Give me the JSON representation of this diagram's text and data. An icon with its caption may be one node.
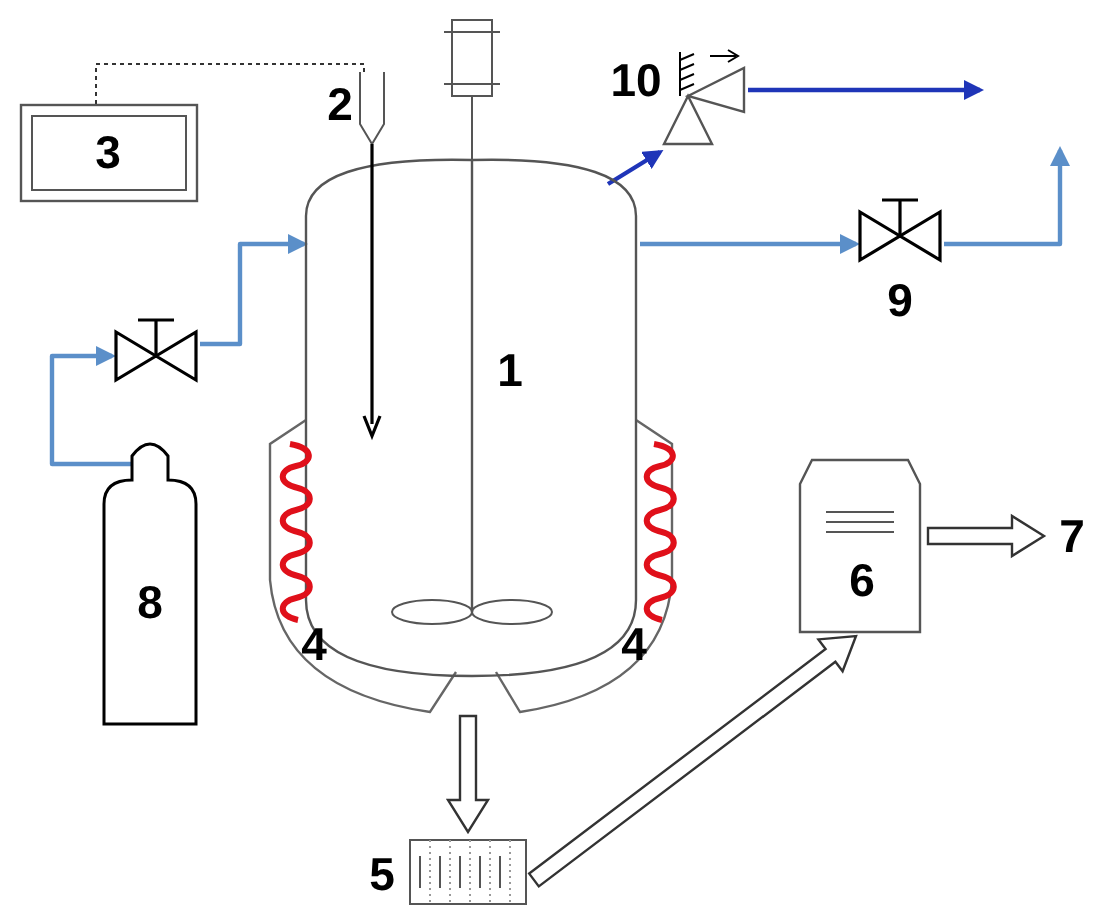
{
  "diagram": {
    "nodes": [
      {
        "text": [
          "1"
        ]
      },
      {
        "text": [
          "2"
        ]
      },
      {
        "text": [
          "3"
        ]
      },
      {
        "text": [
          "4"
        ]
      },
      {
        "text": [
          "4"
        ]
      },
      {
        "text": [
          "5"
        ]
      },
      {
        "text": [
          "6"
        ]
      },
      {
        "text": [
          "7"
        ]
      },
      {
        "text": [
          "8"
        ]
      },
      {
        "text": [],
        "shape": "valve"
      },
      {
        "text": [
          "9"
        ]
      },
      {
        "text": [
          "10"
        ]
      }
    ],
    "edges": [
      {
        "from": 8,
        "to": 9,
        "arrow": "to"
      },
      {
        "from": 9,
        "to": 0,
        "arrow": "to"
      },
      {
        "from": 0,
        "to": 10,
        "arrow": "to"
      },
      {
        "from": 10,
        "to": null,
        "arrow": "to"
      },
      {
        "from": 0,
        "to": 11,
        "arrow": "to",
        "color": "#1f35b8"
      },
      {
        "from": 11,
        "to": null,
        "arrow": "to",
        "color": "#1f35b8"
      },
      {
        "from": 2,
        "to": 1,
        "arrow": "none",
        "style": "dashed",
        "color": "#333333"
      },
      {
        "from": 0,
        "to": 5,
        "arrow": "to",
        "style": "thick",
        "color": "#333333"
      },
      {
        "from": 5,
        "to": 6,
        "arrow": "to",
        "style": "thick",
        "color": "#333333"
      },
      {
        "from": 6,
        "to": 7,
        "arrow": "to",
        "style": "thick",
        "color": "#333333"
      }
    ]
  }
}
